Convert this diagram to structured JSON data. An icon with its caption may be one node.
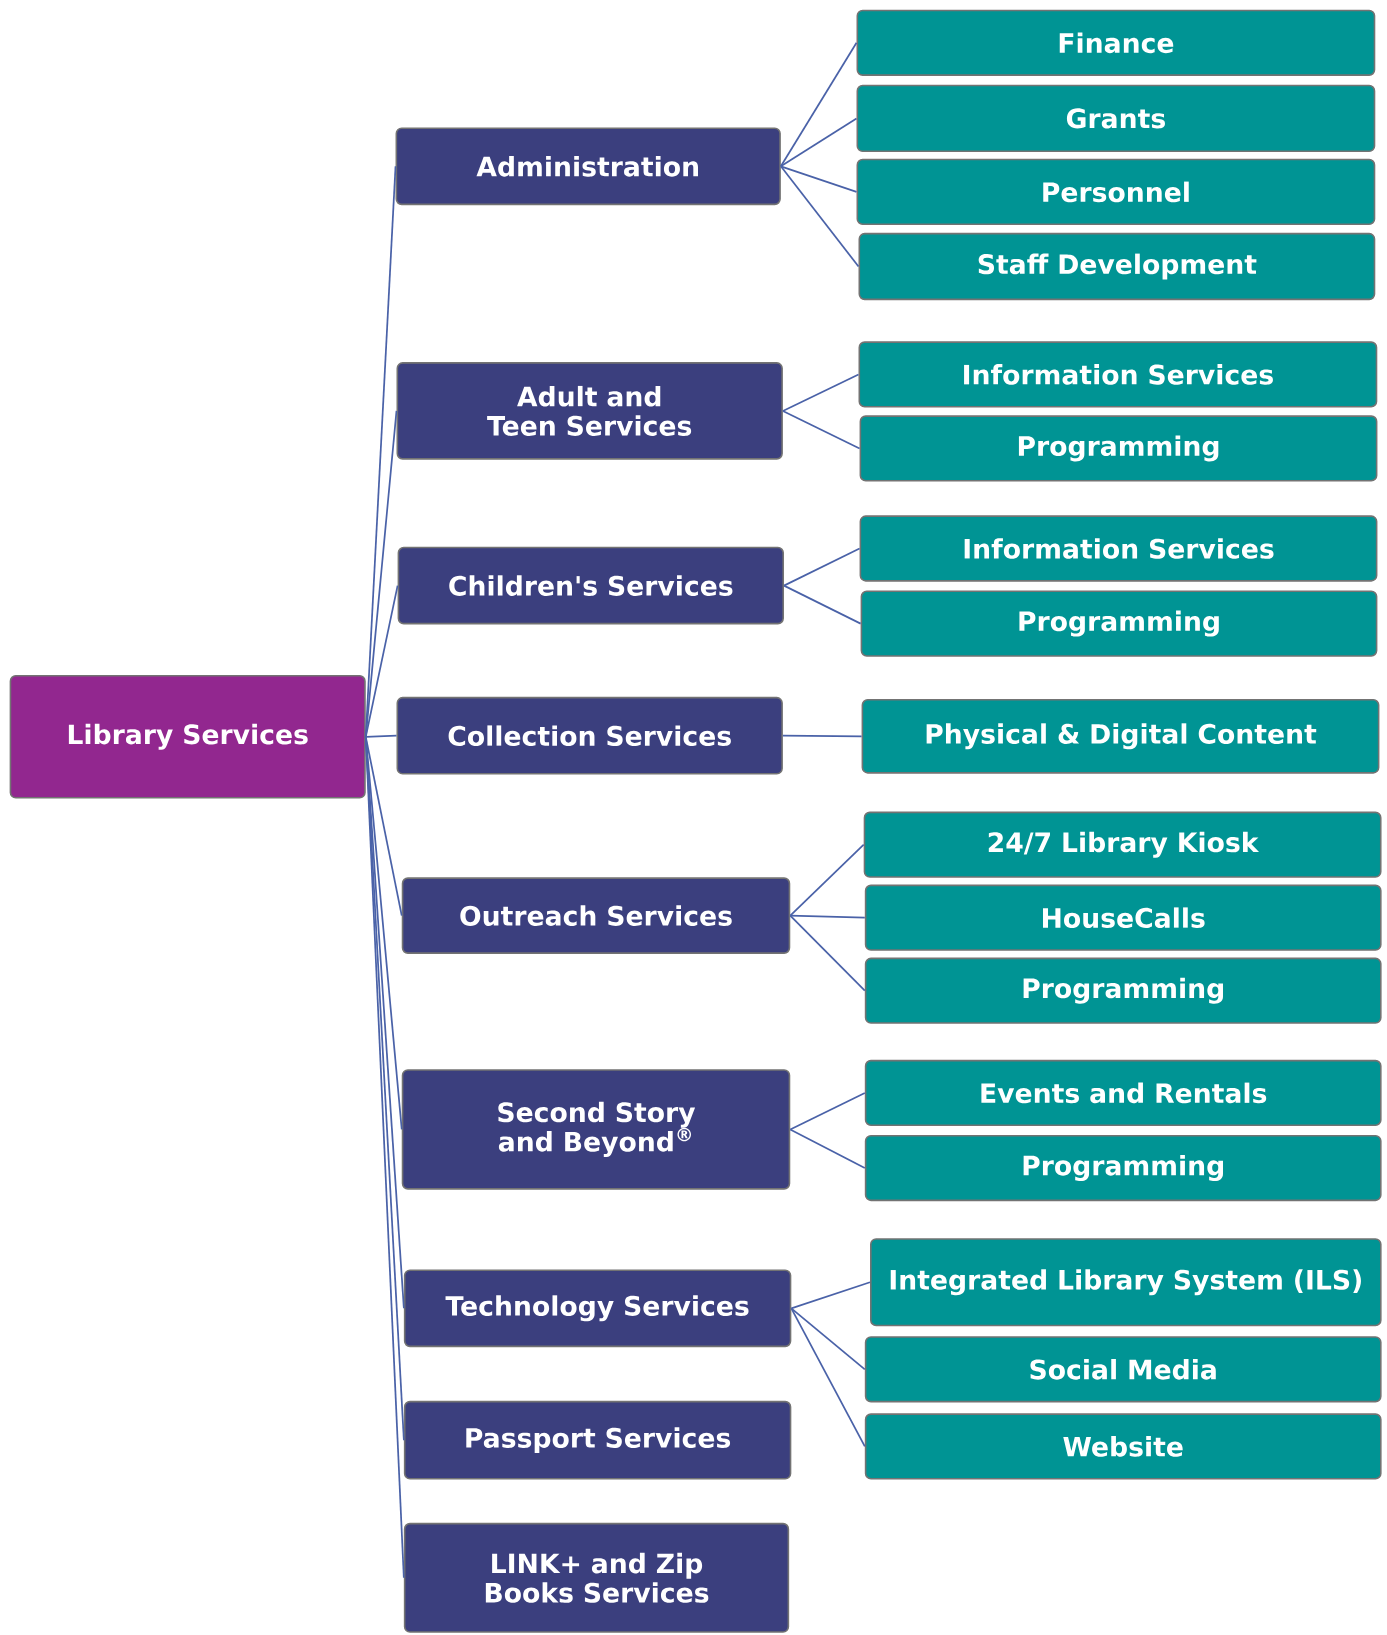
{
  "diagram": {
    "nodes": [
      {
        "text": [
          "Library Services"
        ]
      },
      {
        "text": [
          "Administration"
        ]
      },
      {
        "text": [
          "Finance"
        ]
      },
      {
        "text": [
          "Grants"
        ]
      },
      {
        "text": [
          "Personnel"
        ]
      },
      {
        "text": [
          "Staff Development"
        ]
      },
      {
        "text": [
          "Adult and Teen Services"
        ]
      },
      {
        "text": [
          "Information Services"
        ]
      },
      {
        "text": [
          "Programming"
        ]
      },
      {
        "text": [
          "Children's Services"
        ]
      },
      {
        "text": [
          "Information Services"
        ]
      },
      {
        "text": [
          "Programming"
        ]
      },
      {
        "text": [
          "Collection Services"
        ]
      },
      {
        "text": [
          "Physical & Digital Content"
        ]
      },
      {
        "text": [
          "Outreach Services"
        ]
      },
      {
        "text": [
          "24/7 Library Kiosk"
        ]
      },
      {
        "text": [
          "HouseCalls"
        ]
      },
      {
        "text": [
          "Programming"
        ]
      },
      {
        "text": [
          "Second Story and Beyond$^{®}$"
        ]
      },
      {
        "text": [
          "Events and Rentals"
        ]
      },
      {
        "text": [
          "Programming"
        ]
      },
      {
        "text": [
          "Technology Services"
        ]
      },
      {
        "text": [
          "Integrated Library System (ILS)"
        ]
      },
      {
        "text": [
          "Social Media"
        ]
      },
      {
        "text": [
          "Website"
        ]
      },
      {
        "text": [
          "Passport Services"
        ]
      },
      {
        "text": [
          "LINK+ and Zip Books Services"
        ]
      }
    ],
    "edges": [
      {
        "from": 0,
        "to": 1,
        "arrow": "none"
      },
      {
        "from": 0,
        "to": 6,
        "arrow": "none"
      },
      {
        "from": 0,
        "to": 9,
        "arrow": "none"
      },
      {
        "from": 0,
        "to": 12,
        "arrow": "none"
      },
      {
        "from": 0,
        "to": 14,
        "arrow": "none"
      },
      {
        "from": 0,
        "to": 18,
        "arrow": "none"
      },
      {
        "from": 0,
        "to": 21,
        "arrow": "none"
      },
      {
        "from": 0,
        "to": 25,
        "arrow": "none"
      },
      {
        "from": 0,
        "to": 26,
        "arrow": "none"
      },
      {
        "from": 1,
        "to": 2,
        "arrow": "none"
      },
      {
        "from": 1,
        "to": 3,
        "arrow": "none"
      },
      {
        "from": 1,
        "to": 4,
        "arrow": "none"
      },
      {
        "from": 1,
        "to": 5,
        "arrow": "none"
      },
      {
        "from": 6,
        "to": 7,
        "arrow": "none"
      },
      {
        "from": 6,
        "to": 8,
        "arrow": "none"
      },
      {
        "from": 9,
        "to": 10,
        "arrow": "none"
      },
      {
        "from": 9,
        "to": 11,
        "arrow": "none"
      },
      {
        "from": 12,
        "to": 13,
        "arrow": "none"
      },
      {
        "from": 14,
        "to": 15,
        "arrow": "none"
      },
      {
        "from": 14,
        "to": 16,
        "arrow": "none"
      },
      {
        "from": 14,
        "to": 17,
        "arrow": "none"
      },
      {
        "from": 18,
        "to": 19,
        "arrow": "none"
      },
      {
        "from": 18,
        "to": 20,
        "arrow": "none"
      },
      {
        "from": 21,
        "to": 22,
        "arrow": "none"
      },
      {
        "from": 21,
        "to": 23,
        "arrow": "none"
      },
      {
        "from": 21,
        "to": 24,
        "arrow": "none"
      }
    ]
  }
}
